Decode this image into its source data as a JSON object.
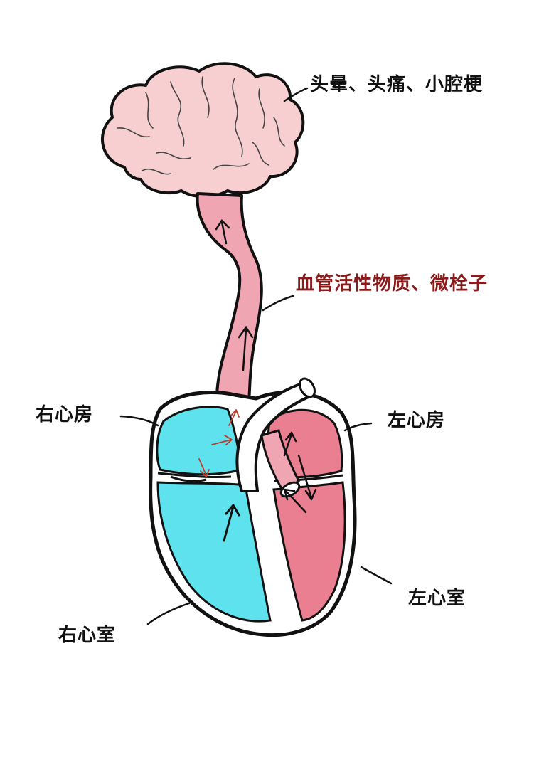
{
  "labels": {
    "brain_effects": "头晕、头痛、小腔梗",
    "substances": "血管活性物质、微栓子",
    "right_atrium": "右心房",
    "left_atrium": "左心房",
    "left_ventricle": "左心室",
    "right_ventricle": "右心室"
  },
  "colors": {
    "brain": "#f7cfd0",
    "vessel": "#f0a5b2",
    "right_heart": "#5ee3ee",
    "left_heart": "#e97f91",
    "substance_label": "#8b1a1a",
    "outline": "#111111"
  }
}
